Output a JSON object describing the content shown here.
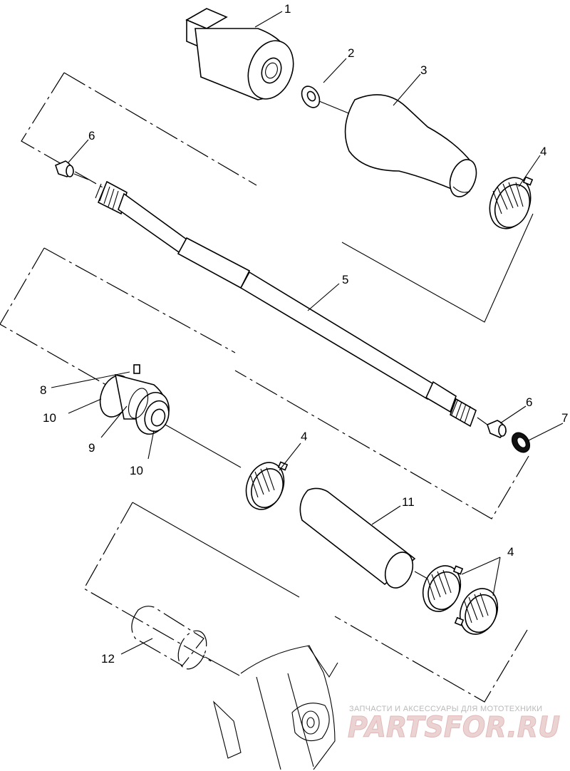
{
  "callouts": [
    {
      "id": "1",
      "text": "1"
    },
    {
      "id": "2",
      "text": "2"
    },
    {
      "id": "3",
      "text": "3"
    },
    {
      "id": "4a",
      "text": "4"
    },
    {
      "id": "6a",
      "text": "6"
    },
    {
      "id": "5",
      "text": "5"
    },
    {
      "id": "6b",
      "text": "6"
    },
    {
      "id": "7",
      "text": "7"
    },
    {
      "id": "8",
      "text": "8"
    },
    {
      "id": "10a",
      "text": "10"
    },
    {
      "id": "9",
      "text": "9"
    },
    {
      "id": "10b",
      "text": "10"
    },
    {
      "id": "4b",
      "text": "4"
    },
    {
      "id": "11",
      "text": "11"
    },
    {
      "id": "4c",
      "text": "4"
    },
    {
      "id": "12",
      "text": "12"
    }
  ],
  "watermark": {
    "caption": "ЗАПЧАСТИ И АКСЕССУАРЫ ДЛЯ МОТОТЕХНИКИ",
    "logo": "PARTSFOR.RU"
  }
}
